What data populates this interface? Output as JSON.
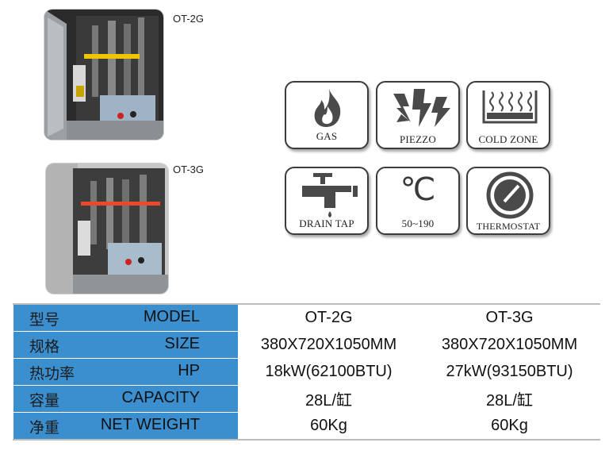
{
  "products": [
    {
      "label": "OT-2G"
    },
    {
      "label": "OT-3G"
    }
  ],
  "features": [
    {
      "label": "GAS",
      "icon": "flame-icon"
    },
    {
      "label": "PIEZZO",
      "icon": "lightning-icon"
    },
    {
      "label": "COLD ZONE",
      "icon": "cold-zone-icon"
    },
    {
      "label": "DRAIN TAP",
      "icon": "faucet-icon"
    },
    {
      "label": "℃",
      "sub": "50~190",
      "icon": "celsius-icon"
    },
    {
      "label": "THERMOSTAT",
      "icon": "dial-icon"
    }
  ],
  "table": {
    "header_color": "#3b8fcf",
    "rows": [
      {
        "cn": "型号",
        "en": "MODEL",
        "v1": "OT-2G",
        "v2": "OT-3G"
      },
      {
        "cn": "规格",
        "en": "SIZE",
        "v1": "380X720X1050MM",
        "v2": "380X720X1050MM"
      },
      {
        "cn": "热功率",
        "en": "HP",
        "v1": "18kW(62100BTU)",
        "v2": "27kW(93150BTU)"
      },
      {
        "cn": "容量",
        "en": "CAPACITY",
        "v1": "28L/缸",
        "v2": "28L/缸"
      },
      {
        "cn": "净重",
        "en": "NET WEIGHT",
        "v1": "60Kg",
        "v2": "60Kg"
      }
    ]
  }
}
